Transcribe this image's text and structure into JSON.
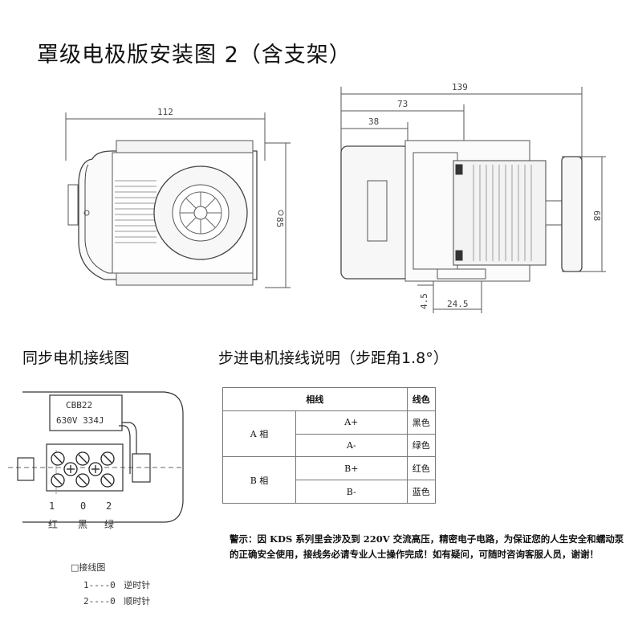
{
  "page_title": "罩级电极版安装图 2（含支架）",
  "dimensions": {
    "front_width": "112",
    "front_height": "85",
    "side_overall": "139",
    "side_mid": "73",
    "side_short": "38",
    "side_height": "68",
    "foot_height": "4.5",
    "foot_width": "24.5"
  },
  "wiring_title": "同步电机接线图",
  "wiring_diagram": {
    "capacitor_model": "CBB22",
    "capacitor_spec": "630V 334J",
    "terminal_numbers": [
      "1",
      "0",
      "2"
    ],
    "terminal_colors": [
      "红",
      "黑",
      "绿"
    ],
    "legend_title": "□接线图",
    "legend_lines": [
      {
        "code": "1----0",
        "meaning": "逆时针"
      },
      {
        "code": "2----0",
        "meaning": "顺时针"
      }
    ]
  },
  "stepper_title": "步进电机接线说明（步距角1.8°）",
  "stepper_table": {
    "header_phase": "相线",
    "header_color": "线色",
    "phases": [
      {
        "name": "A 相",
        "wires": [
          {
            "wire": "A+",
            "color": "黑色"
          },
          {
            "wire": "A-",
            "color": "绿色"
          }
        ]
      },
      {
        "name": "B 相",
        "wires": [
          {
            "wire": "B+",
            "color": "红色"
          },
          {
            "wire": "B-",
            "color": "蓝色"
          }
        ]
      }
    ]
  },
  "warning": "警示：因 KDS 系列里会涉及到 220V 交流高压，精密电子电路，为保证您的人生安全和蠕动泵的正确安全使用，接线务必请专业人士操作完成！如有疑问，可随时咨询客服人员，谢谢！"
}
